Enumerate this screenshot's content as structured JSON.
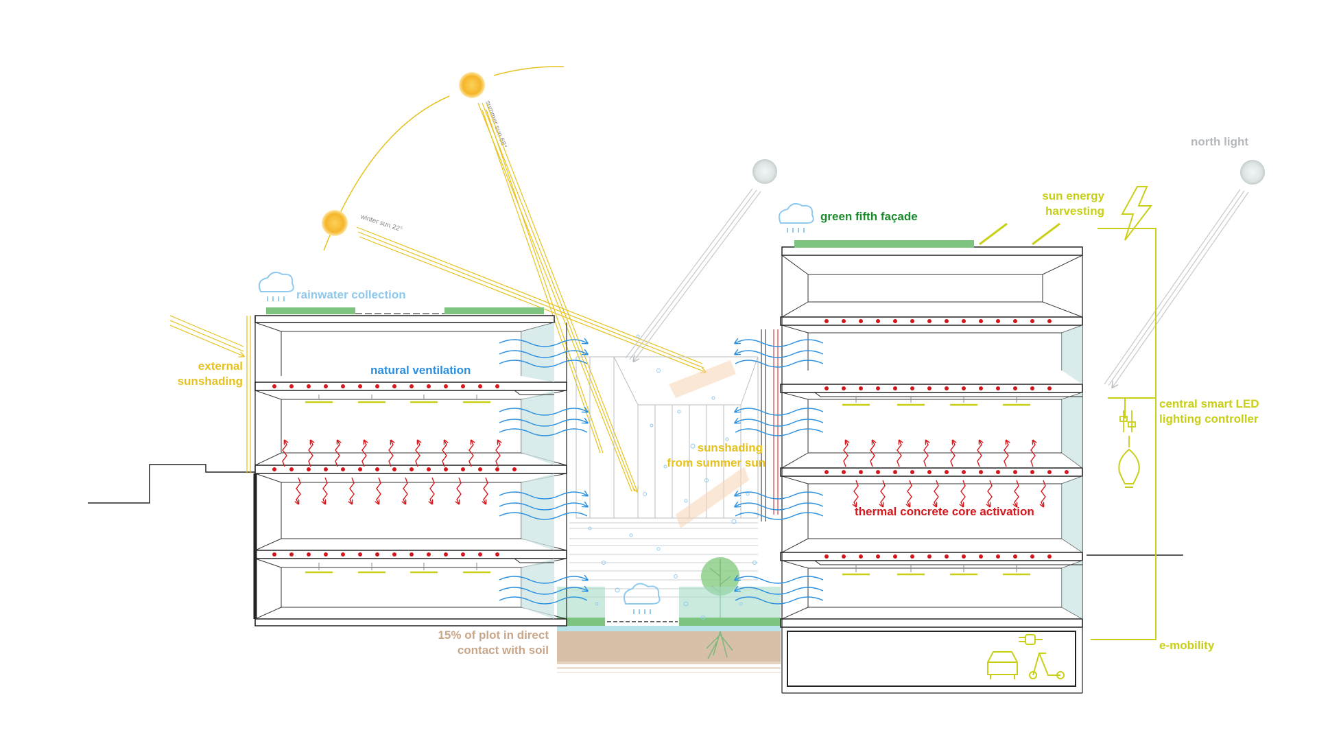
{
  "labels": {
    "north_light": "north light",
    "sun_energy_line1": "sun energy",
    "sun_energy_line2": "harvesting",
    "green_fifth": "green fifth façade",
    "rainwater": "rainwater collection",
    "external_line1": "external",
    "external_line2": "sunshading",
    "natural_ventilation": "natural ventilation",
    "sunshading_line1": "sunshading",
    "sunshading_line2": "from summer sun",
    "thermal": "thermal concrete core activation",
    "led_line1": "central smart LED",
    "led_line2": "lighting controller",
    "emobility": "e-mobility",
    "soil_line1": "15% of plot in direct",
    "soil_line2": "contact with soil",
    "summer_sun": "summer sun 68°",
    "winter_sun": "winter sun 22°"
  },
  "colors": {
    "yellow": "#e6c21f",
    "lime": "#c9cf16",
    "blue": "#2a8fe0",
    "light_blue": "#8fc9ee",
    "red": "#d4151b",
    "green": "#1a8a2c",
    "grass": "#7cc47f",
    "soil": "#d2b59a",
    "grey": "#b5b9bd",
    "glass": "#cfe6e6",
    "line": "#222222"
  }
}
